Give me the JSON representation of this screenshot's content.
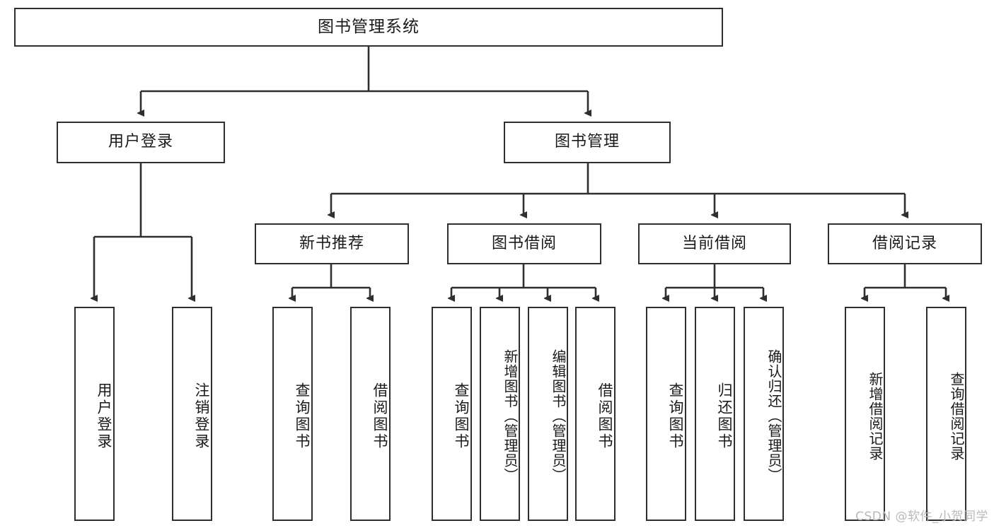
{
  "diagram": {
    "title": "图书管理系统",
    "type": "hierarchy-tree",
    "stroke_color": "#2f2f2f",
    "fill_color": "#ffffff",
    "text_color": "#1a1a1a"
  },
  "nodes": {
    "root": {
      "label": "图书管理系统"
    },
    "level2": [
      {
        "label": "用户登录"
      },
      {
        "label": "图书管理"
      }
    ],
    "level3": [
      {
        "label": "新书推荐"
      },
      {
        "label": "图书借阅"
      },
      {
        "label": "当前借阅"
      },
      {
        "label": "借阅记录"
      }
    ],
    "leaves": {
      "user_login": [
        {
          "label": "用户登录"
        },
        {
          "label": "注销登录"
        }
      ],
      "new_book": [
        {
          "label": "查询图书"
        },
        {
          "label": "借阅图书"
        }
      ],
      "book_borrow": [
        {
          "label": "查询图书"
        },
        {
          "label": "新增图书（管理员）"
        },
        {
          "label": "编辑图书（管理员）"
        },
        {
          "label": "借阅图书"
        }
      ],
      "current_borrow": [
        {
          "label": "查询图书"
        },
        {
          "label": "归还图书"
        },
        {
          "label": "确认归还（管理员）"
        }
      ],
      "borrow_record": [
        {
          "label": "新增借阅记录"
        },
        {
          "label": "查询借阅记录"
        }
      ]
    }
  },
  "watermark": {
    "text": "CSDN @软件_小贺同学"
  }
}
